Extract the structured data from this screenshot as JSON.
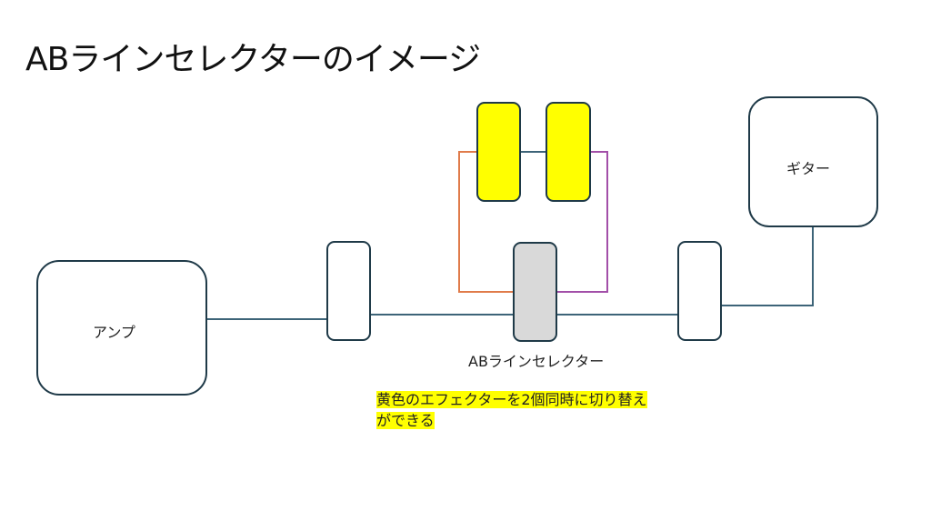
{
  "title": "ABラインセレクターのイメージ",
  "nodes": {
    "amp": "アンプ",
    "guitar": "ギター",
    "selector": "ABラインセレクター"
  },
  "note": {
    "line1": "黄色のエフェクターを2個同時に切り替え",
    "line2": "ができる"
  },
  "colors": {
    "effector": "#ffff00",
    "selector": "#d9d9d9",
    "outline": "#1f3a48",
    "main_cable": "#3d6478",
    "loop_a": "#e07b4a",
    "loop_b": "#a24fa8"
  }
}
